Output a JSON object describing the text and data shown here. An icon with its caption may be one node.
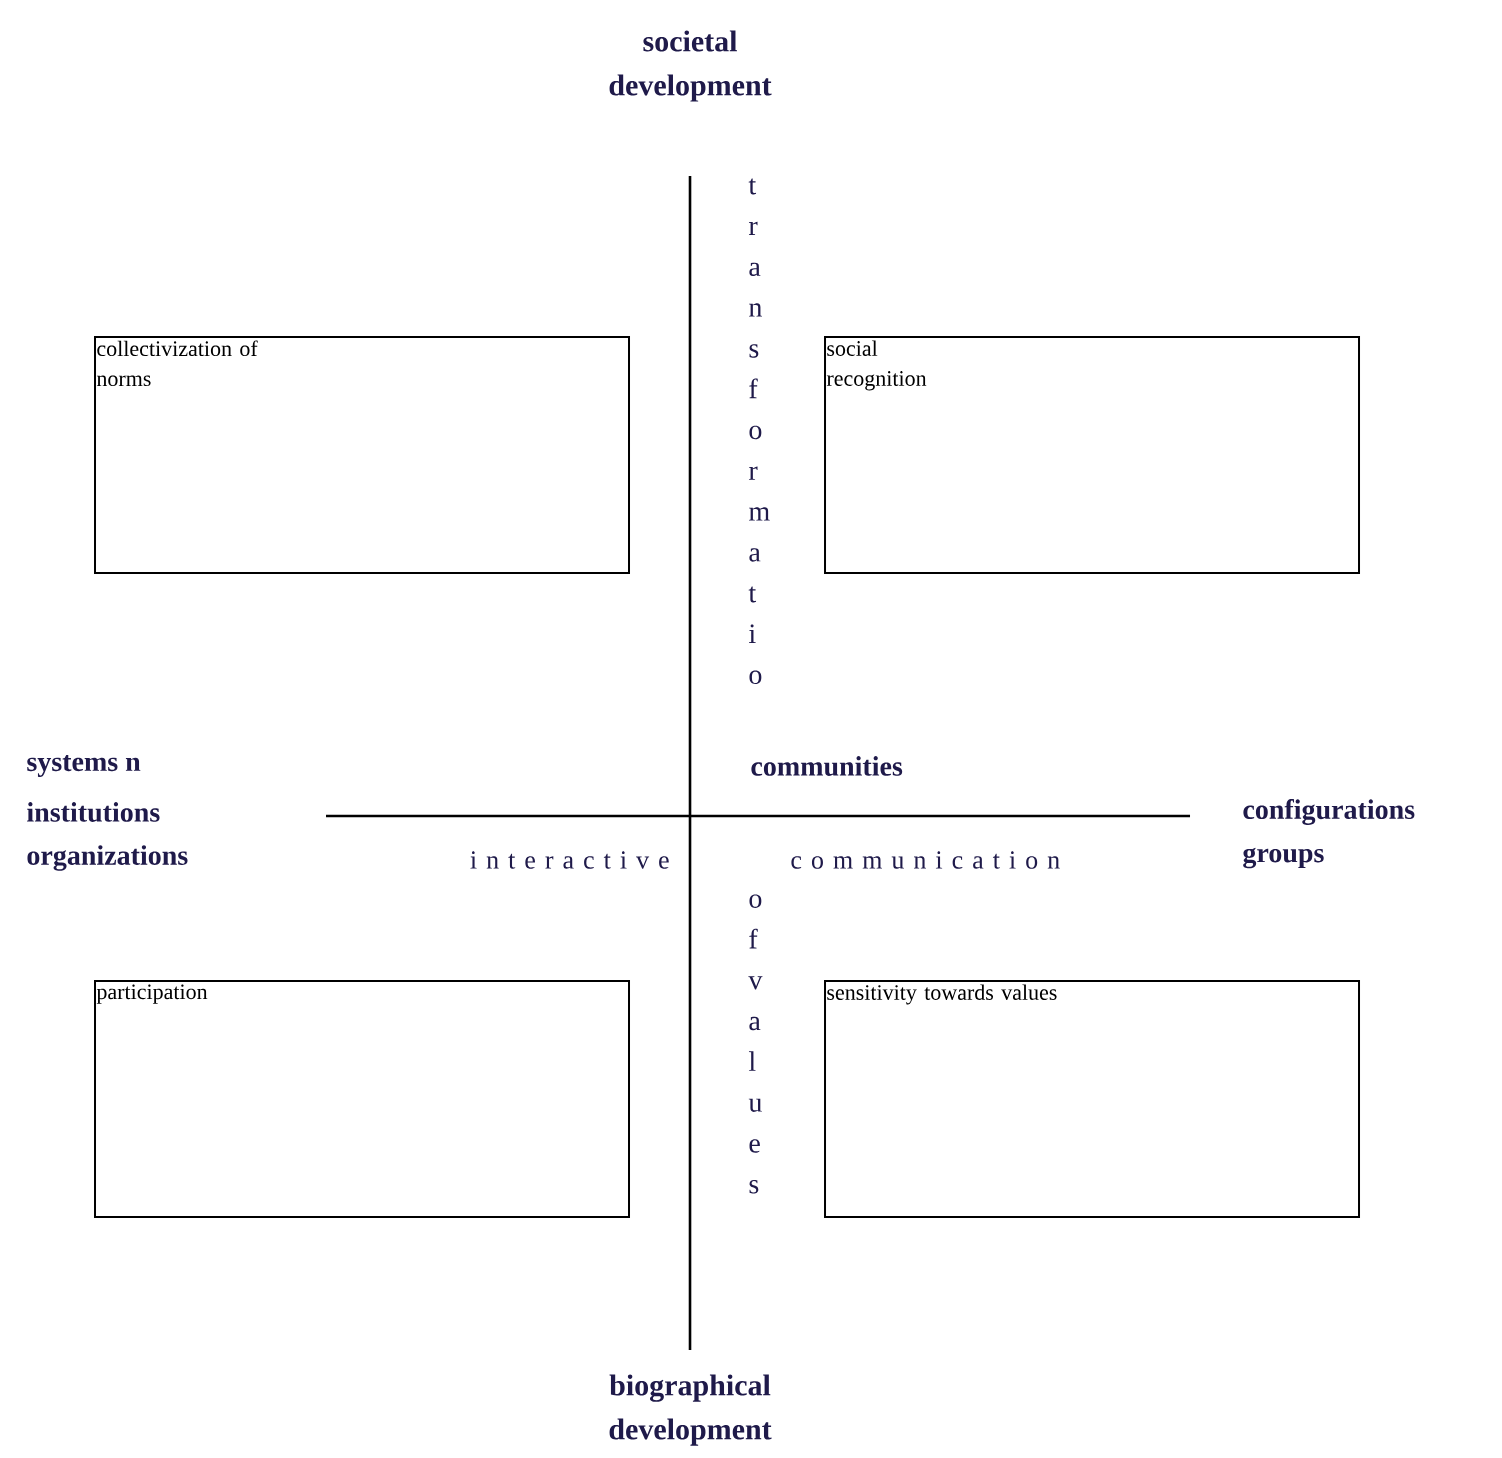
{
  "diagram": {
    "nodes": [
      {
        "text": [
          "collectivization of norms"
        ]
      },
      {
        "text": [
          "social recognition"
        ]
      },
      {
        "text": [
          "participation"
        ]
      },
      {
        "text": [
          "sensitivity towards values"
        ]
      }
    ],
    "labels": [
      "societal development",
      "transformatio",
      "systems n",
      "institutions",
      "organizations",
      "communities",
      "i n t e r a c t i v e",
      "c o m m u n i c a t i o n",
      "configurations",
      "groups",
      "of values",
      "biographical development"
    ]
  }
}
